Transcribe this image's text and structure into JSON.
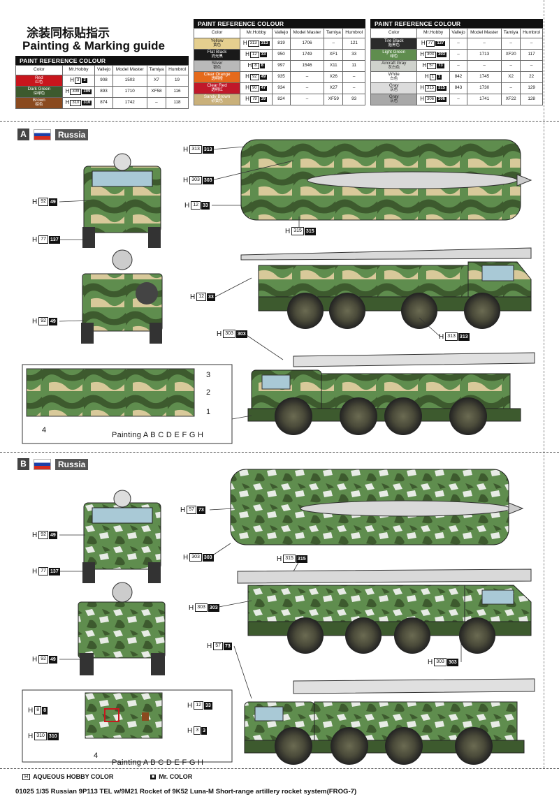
{
  "title_cn": "涂装同标贴指示",
  "title_en": "Painting & Marking guide",
  "table_header": "PAINT  REFERENCE COLOUR",
  "table_cols": [
    "Color",
    "Mr.Hobby",
    "Vallejo",
    "Model Master",
    "Tamiya",
    "Humbrol"
  ],
  "tables": [
    {
      "rows": [
        {
          "name": "Red",
          "cn": "红色",
          "color": "#c8161d",
          "tcolor": "#fff",
          "h": "3",
          "m": "3",
          "vallejo": "908",
          "mm": "1503",
          "tamiya": "X7",
          "humbrol": "19"
        },
        {
          "name": "Dark Green",
          "cn": "深绿色",
          "color": "#3d5a2e",
          "tcolor": "#fff",
          "h": "309",
          "m": "309",
          "vallejo": "893",
          "mm": "1710",
          "tamiya": "XF58",
          "humbrol": "116"
        },
        {
          "name": "Brown",
          "cn": "棕色",
          "color": "#8a4a1f",
          "tcolor": "#fff",
          "h": "310",
          "m": "310",
          "vallejo": "874",
          "mm": "1742",
          "tamiya": "–",
          "humbrol": "118"
        }
      ]
    },
    {
      "rows": [
        {
          "name": "Yellow",
          "cn": "黄色",
          "color": "#e5cf8f",
          "tcolor": "#222",
          "h": "313",
          "m": "313",
          "vallejo": "819",
          "mm": "1706",
          "tamiya": "–",
          "humbrol": "121"
        },
        {
          "name": "Flat Black",
          "cn": "消光黑",
          "color": "#1a1a1a",
          "tcolor": "#fff",
          "h": "12",
          "m": "33",
          "vallejo": "950",
          "mm": "1749",
          "tamiya": "XF1",
          "humbrol": "33"
        },
        {
          "name": "Silver",
          "cn": "银色",
          "color": "#b9b9b9",
          "tcolor": "#222",
          "h": "8",
          "m": "8",
          "vallejo": "997",
          "mm": "1546",
          "tamiya": "X11",
          "humbrol": "11"
        },
        {
          "name": "Clear Orange",
          "cn": "透明橙",
          "color": "#e56a1c",
          "tcolor": "#fff",
          "h": "92",
          "m": "49",
          "vallejo": "935",
          "mm": "–",
          "tamiya": "X26",
          "humbrol": "–"
        },
        {
          "name": "Clear Red",
          "cn": "透明红",
          "color": "#c0182a",
          "tcolor": "#fff",
          "h": "90",
          "m": "47",
          "vallejo": "934",
          "mm": "–",
          "tamiya": "X27",
          "humbrol": "–"
        },
        {
          "name": "Sandy Brown",
          "cn": "砂黄色",
          "color": "#c9b07a",
          "tcolor": "#fff",
          "h": "79",
          "m": "39",
          "vallejo": "824",
          "mm": "–",
          "tamiya": "XF59",
          "humbrol": "93"
        }
      ]
    },
    {
      "rows": [
        {
          "name": "Tire Black",
          "cn": "胎黑色",
          "color": "#2b2b2b",
          "tcolor": "#fff",
          "h": "77",
          "m": "137",
          "vallejo": "–",
          "mm": "–",
          "tamiya": "–",
          "humbrol": "–"
        },
        {
          "name": "Light Green",
          "cn": "绿色",
          "color": "#5f8d4e",
          "tcolor": "#fff",
          "h": "303",
          "m": "303",
          "vallejo": "–",
          "mm": "1713",
          "tamiya": "XF20",
          "humbrol": "117"
        },
        {
          "name": "Aircraft Gray",
          "cn": "灰白色",
          "color": "#cfd2cc",
          "tcolor": "#222",
          "h": "57",
          "m": "73",
          "vallejo": "–",
          "mm": "–",
          "tamiya": "–",
          "humbrol": "–"
        },
        {
          "name": "White",
          "cn": "白色",
          "color": "#ffffff",
          "tcolor": "#222",
          "h": "1",
          "m": "1",
          "vallejo": "842",
          "mm": "1745",
          "tamiya": "X2",
          "humbrol": "22"
        },
        {
          "name": "Gray",
          "cn": "灰色",
          "color": "#dcdcdc",
          "tcolor": "#222",
          "h": "315",
          "m": "315",
          "vallejo": "843",
          "mm": "1730",
          "tamiya": "–",
          "humbrol": "129"
        },
        {
          "name": "Gray",
          "cn": "灰色",
          "color": "#a8a8a8",
          "tcolor": "#222",
          "h": "306",
          "m": "306",
          "vallejo": "–",
          "mm": "1741",
          "tamiya": "XF22",
          "humbrol": "128"
        }
      ]
    }
  ],
  "sections": [
    {
      "letter": "A",
      "country": "Russia"
    },
    {
      "letter": "B",
      "country": "Russia"
    }
  ],
  "callouts_a": [
    {
      "h": "313",
      "m": "313"
    },
    {
      "h": "303",
      "m": "303"
    },
    {
      "h": "12",
      "m": "33"
    },
    {
      "h": "92",
      "m": "49"
    },
    {
      "h": "77",
      "m": "137"
    },
    {
      "h": "315",
      "m": "315"
    },
    {
      "h": "12",
      "m": "33"
    },
    {
      "h": "92",
      "m": "49"
    },
    {
      "h": "303",
      "m": "303"
    },
    {
      "h": "313",
      "m": "313"
    }
  ],
  "callouts_b": [
    {
      "h": "57",
      "m": "73"
    },
    {
      "h": "92",
      "m": "49"
    },
    {
      "h": "303",
      "m": "303"
    },
    {
      "h": "77",
      "m": "137"
    },
    {
      "h": "315",
      "m": "315"
    },
    {
      "h": "303",
      "m": "303"
    },
    {
      "h": "57",
      "m": "73"
    },
    {
      "h": "92",
      "m": "49"
    },
    {
      "h": "303",
      "m": "303"
    }
  ],
  "inset_a_numbers": [
    "1",
    "2",
    "3",
    "4"
  ],
  "inset_b_callouts": [
    {
      "h": "8",
      "m": "8"
    },
    {
      "h": "310",
      "m": "310"
    },
    {
      "h": "12",
      "m": "33"
    },
    {
      "h": "3",
      "m": "3"
    }
  ],
  "inset_b_number": "4",
  "painting_label": "Painting  A  B  C  D  E  F  G  H",
  "legend_h": "H",
  "legend_aqueous": "AQUEOUS HOBBY COLOR",
  "legend_m": "Mr. COLOR",
  "footer": "01025 1/35 Russian 9P113 TEL w/9M21 Rocket of 9K52 Luna-M Short-range artillery rocket system(FROG-7)"
}
